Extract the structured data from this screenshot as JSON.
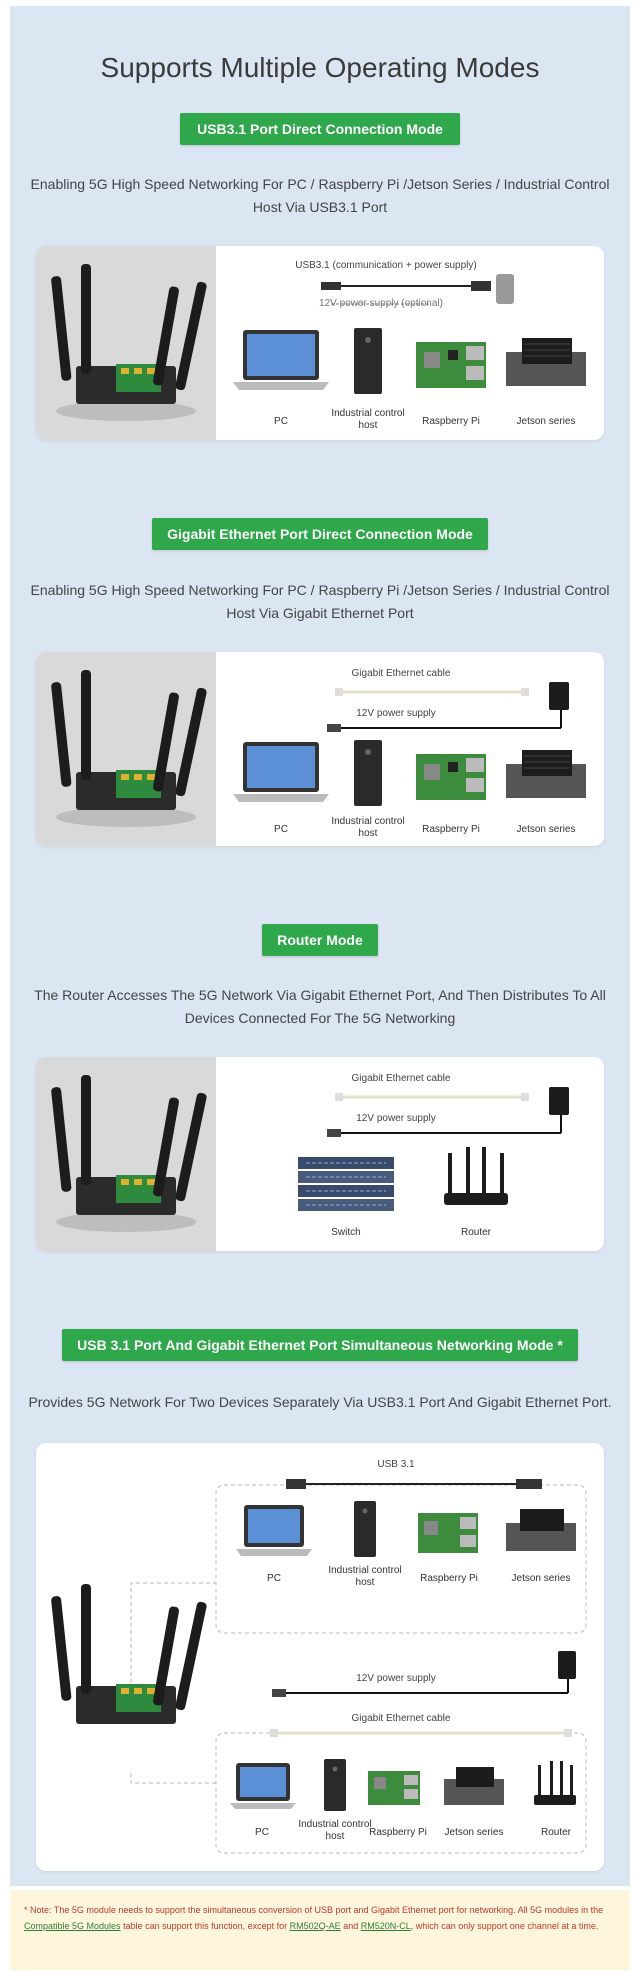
{
  "title": "Supports Multiple Operating Modes",
  "modes": [
    {
      "badge": "USB3.1 Port Direct Connection Mode",
      "description_line1": "Enabling 5G High Speed Networking For PC / Raspberry Pi /Jetson Series / Industrial Control",
      "description_line2": "Host Via USB3.1 Port",
      "cable_label": "USB3.1 (communication + power supply)",
      "power_label": "12V power supply (optional)",
      "devices": [
        "PC",
        "Industrial control host",
        "Raspberry Pi",
        "Jetson series"
      ]
    },
    {
      "badge": "Gigabit Ethernet Port Direct Connection Mode",
      "description_line1": "Enabling 5G High Speed Networking For PC / Raspberry Pi /Jetson Series / Industrial Control",
      "description_line2": "Host Via Gigabit Ethernet Port",
      "cable_label": "Gigabit Ethernet cable",
      "power_label": "12V power supply",
      "devices": [
        "PC",
        "Industrial control host",
        "Raspberry Pi",
        "Jetson series"
      ]
    },
    {
      "badge": "Router Mode",
      "description_line1": "The Router Accesses The 5G Network Via Gigabit Ethernet Port, And Then Distributes To All",
      "description_line2": "Devices Connected For The 5G Networking",
      "cable_label": "Gigabit Ethernet cable",
      "power_label": "12V power supply",
      "devices": [
        "Switch",
        "Router"
      ]
    },
    {
      "badge": "USB 3.1 Port And Gigabit Ethernet Port Simultaneous Networking Mode *",
      "description_line1": "Provides 5G Network For Two Devices Separately Via USB3.1 Port And Gigabit Ethernet Port.",
      "usb_label": "USB 3.1",
      "power_label": "12V power supply",
      "ethernet_label": "Gigabit Ethernet cable",
      "usb_devices": [
        "PC",
        "Industrial control host",
        "Raspberry Pi",
        "Jetson series"
      ],
      "ethernet_devices": [
        "PC",
        "Industrial control host",
        "Raspberry Pi",
        "Jetson series",
        "Router"
      ]
    }
  ],
  "note": {
    "part1": "* Note: The 5G module needs to support the simultaneous conversion of USB port and Gigabit Ethernet port for networking. All 5G modules in the ",
    "link1": "Compatible 5G Modules",
    "part2": " table can support this function, except for ",
    "link2": "RM502Q-AE",
    "part3": " and ",
    "link3": "RM520N-CL",
    "part4": ", which can only support one channel at a time."
  },
  "colors": {
    "badge_green": "#2ea84a",
    "panel_blue": "#dbe6f2",
    "note_bg": "#fdf6dc",
    "note_red": "#c0392b"
  }
}
